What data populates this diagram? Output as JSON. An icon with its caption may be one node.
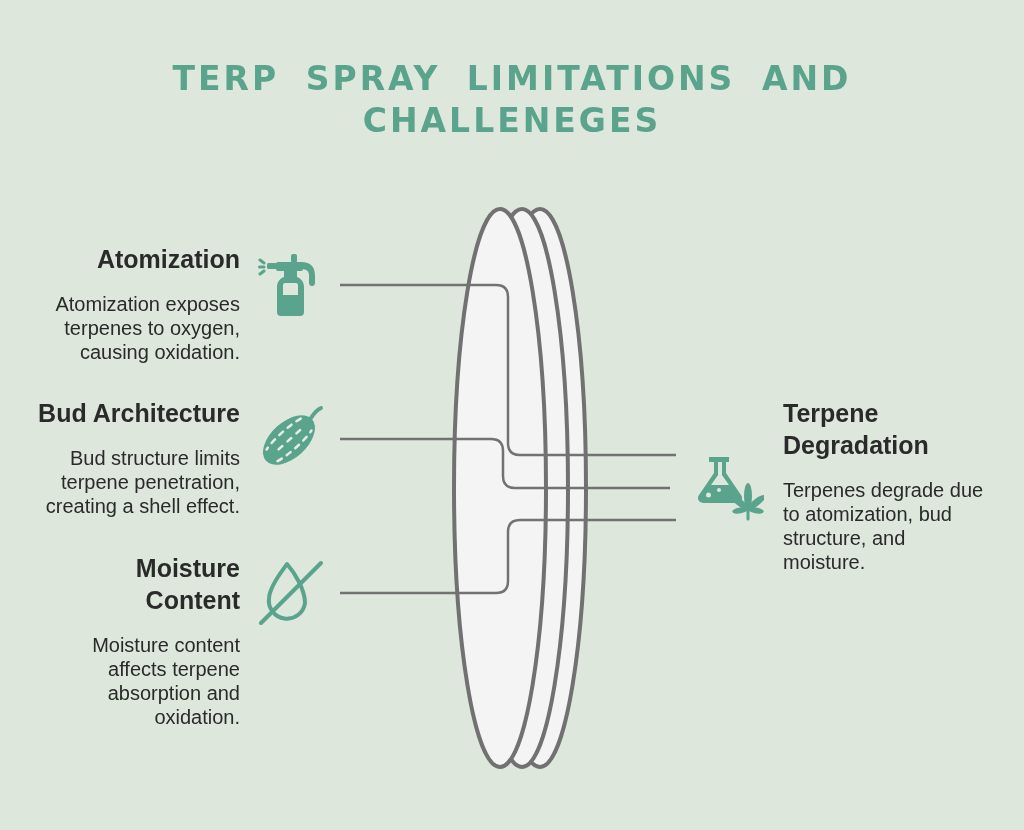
{
  "diagram": {
    "title": "TERP SPRAY LIMITATIONS AND CHALLENEGES",
    "nodes": [
      {
        "text": [
          "Atomization",
          "Atomization exposes terpenes to oxygen, causing oxidation."
        ]
      },
      {
        "text": [
          "Bud Architecture",
          "Bud structure limits terpene penetration, creating a shell effect."
        ]
      },
      {
        "text": [
          "Moisture Content",
          "Moisture content affects terpene absorption and oxidation."
        ]
      },
      {
        "text": [
          "Terpene Degradation",
          "Terpenes degrade due to atomization, bud structure, and moisture."
        ]
      }
    ],
    "edges": [
      {
        "from": 0,
        "to": 3,
        "arrow": "none"
      },
      {
        "from": 1,
        "to": 3,
        "arrow": "none"
      },
      {
        "from": 2,
        "to": 3,
        "arrow": "none"
      }
    ]
  }
}
